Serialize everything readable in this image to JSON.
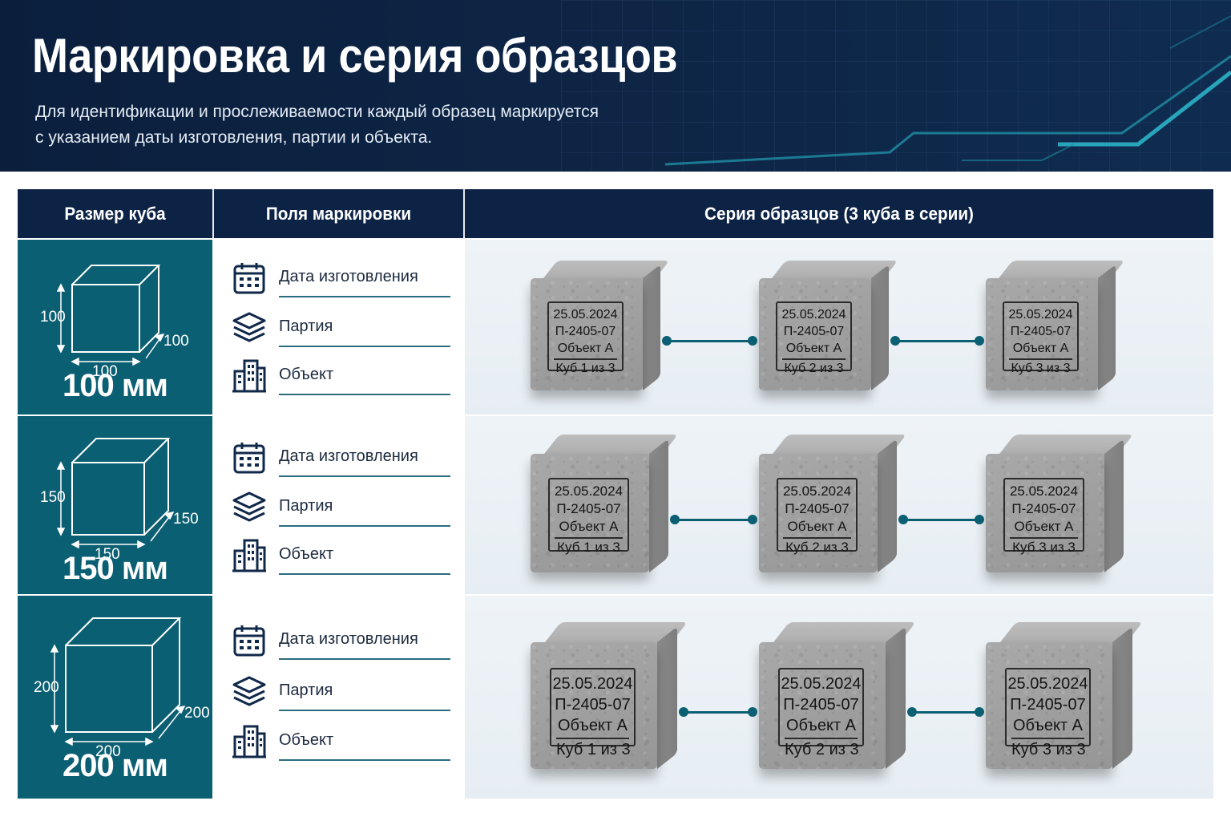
{
  "header": {
    "title": "Маркировка и серия образцов",
    "subtitle_line1": "Для идентификации и прослеживаемости каждый образец маркируется",
    "subtitle_line2": "с указанием даты изготовления, партии и объекта."
  },
  "table": {
    "columns": [
      "Размер куба",
      "Поля маркировки",
      "Серия образцов (3 куба в серии)"
    ],
    "fields": [
      {
        "label": "Дата изготовления",
        "icon": "calendar-icon"
      },
      {
        "label": "Партия",
        "icon": "layers-icon"
      },
      {
        "label": "Объект",
        "icon": "building-icon"
      }
    ],
    "rows": [
      {
        "size_label": "100 мм",
        "dims": {
          "height": "100",
          "width": "100",
          "depth": "100"
        },
        "cubes": [
          {
            "date": "25.05.2024",
            "batch": "П-2405-07",
            "object": "Объект А",
            "index": "Куб 1 из 3"
          },
          {
            "date": "25.05.2024",
            "batch": "П-2405-07",
            "object": "Объект А",
            "index": "Куб 2 из 3"
          },
          {
            "date": "25.05.2024",
            "batch": "П-2405-07",
            "object": "Объект А",
            "index": "Куб 3 из 3"
          }
        ]
      },
      {
        "size_label": "150 мм",
        "dims": {
          "height": "150",
          "width": "150",
          "depth": "150"
        },
        "cubes": [
          {
            "date": "25.05.2024",
            "batch": "П-2405-07",
            "object": "Объект А",
            "index": "Куб 1 из 3"
          },
          {
            "date": "25.05.2024",
            "batch": "П-2405-07",
            "object": "Объект А",
            "index": "Куб 2 из 3"
          },
          {
            "date": "25.05.2024",
            "batch": "П-2405-07",
            "object": "Объект А",
            "index": "Куб 3 из 3"
          }
        ]
      },
      {
        "size_label": "200 мм",
        "dims": {
          "height": "200",
          "width": "200",
          "depth": "200"
        },
        "cubes": [
          {
            "date": "25.05.2024",
            "batch": "П-2405-07",
            "object": "Объект А",
            "index": "Куб 1 из 3"
          },
          {
            "date": "25.05.2024",
            "batch": "П-2405-07",
            "object": "Объект А",
            "index": "Куб 2 из 3"
          },
          {
            "date": "25.05.2024",
            "batch": "П-2405-07",
            "object": "Объект А",
            "index": "Куб 3 из 3"
          }
        ]
      }
    ]
  },
  "colors": {
    "header_bg": "#0b1f3d",
    "table_header_bg": "#0d2346",
    "size_cell_bg": "#0b5f73",
    "accent_teal": "#0b5f73",
    "concrete": "#9e9e9e"
  }
}
